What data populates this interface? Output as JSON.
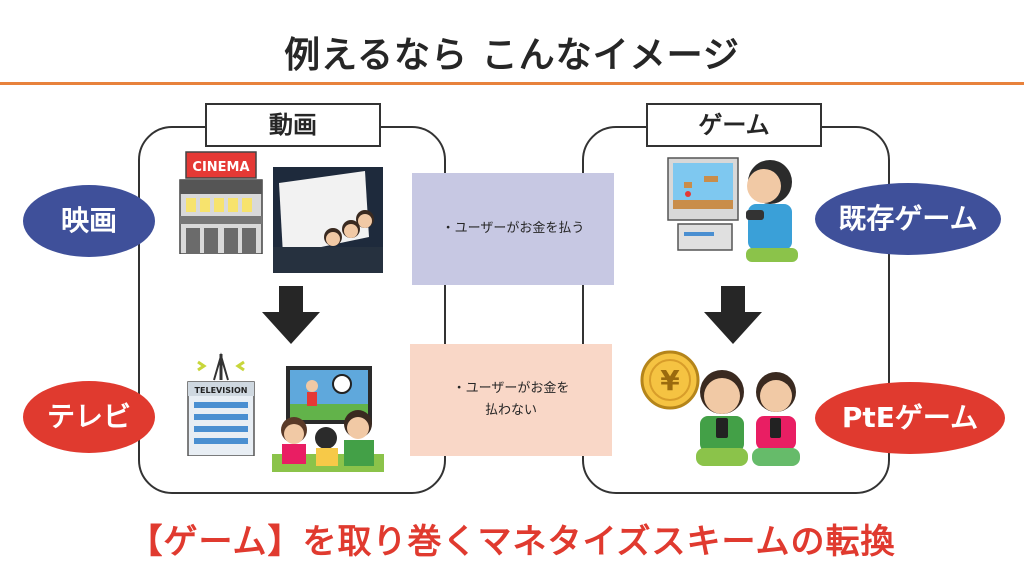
{
  "title": "例えるなら こんなイメージ",
  "left_panel": {
    "label": "動画",
    "cinema_sign": "CINEMA",
    "tv_sign": "TELEVISION"
  },
  "right_panel": {
    "label": "ゲーム",
    "coin_symbol": "¥"
  },
  "pills": {
    "movie": "映画",
    "tv": "テレビ",
    "existing_game": "既存ゲーム",
    "pte_game": "PtEゲーム"
  },
  "boxes": {
    "pay_line": "・ユーザーがお金を払う",
    "nopay_line1": "・ユーザーがお金を",
    "nopay_line2": "払わない"
  },
  "bottom_title": "【ゲーム】を取り巻くマネタイズスキームの転換",
  "colors": {
    "accent_orange": "#e8823c",
    "pill_blue": "#3f509a",
    "pill_red": "#e03a2f",
    "box_purple": "#c7c8e3",
    "box_peach": "#f9d7c7"
  }
}
